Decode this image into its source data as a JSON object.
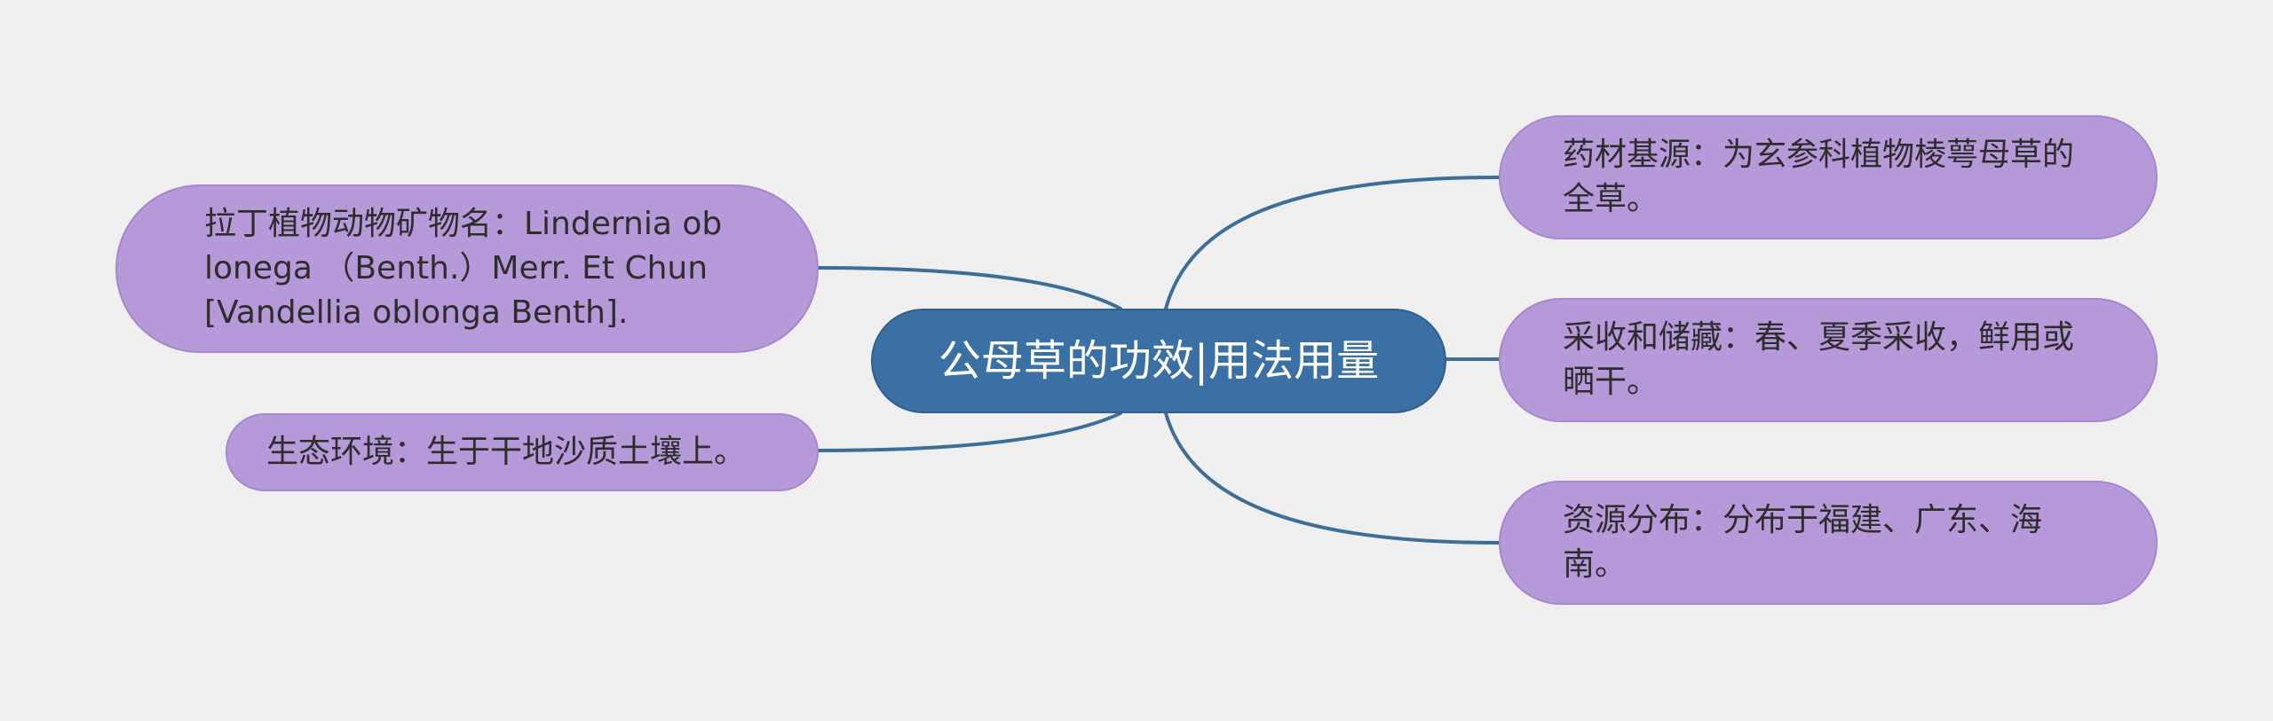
{
  "root": {
    "label": "公母草的功效|用法用量"
  },
  "branches": {
    "latin_name": "拉丁植物动物矿物名：Lindernia oblonega （Benth.）Merr. Et Chun[Vandellia oblonga Benth].",
    "habitat": "生态环境：生于干地沙质土壤上。",
    "source": "药材基源：为玄参科植物棱萼母草的全草。",
    "harvest": "采收和储藏：春、夏季采收，鲜用或晒干。",
    "distribution": "资源分布：分布于福建、广东、海南。"
  },
  "colors": {
    "background": "#efefef",
    "root_fill": "#3a70a3",
    "branch_fill": "#b699d8",
    "connector": "#3d6e98"
  }
}
